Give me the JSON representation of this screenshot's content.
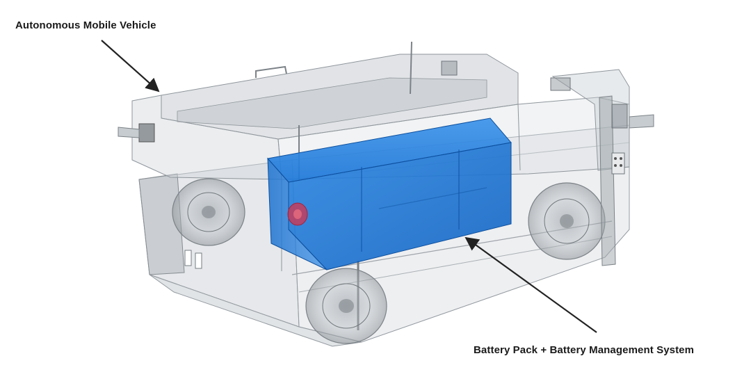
{
  "labels": {
    "vehicle": "Autonomous Mobile Vehicle",
    "battery": "Battery Pack + Battery Management System"
  },
  "colors": {
    "background": "#ffffff",
    "chassis": "#c9ced3",
    "chassis_edge": "#8f969c",
    "battery": "#1e78d8",
    "battery_edge": "#0d4f9e",
    "arrow": "#222222",
    "accent_red": "#d8324a"
  },
  "figure": {
    "image_type": "3D transparent cutaway render",
    "subject": "autonomous mobile vehicle with battery pack highlighted"
  }
}
